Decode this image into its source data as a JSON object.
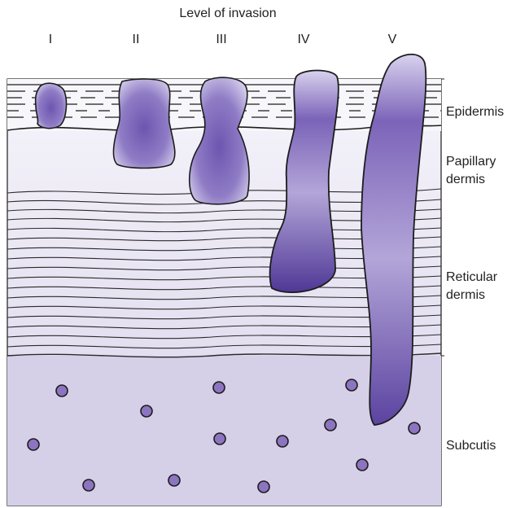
{
  "title": "Level of invasion",
  "levels": [
    "I",
    "II",
    "III",
    "IV",
    "V"
  ],
  "layers": {
    "epidermis": "Epidermis",
    "papillary": "Papillary\ndermis",
    "reticular": "Reticular\ndermis",
    "subcutis": "Subcutis"
  },
  "colors": {
    "tumor_dark": "#5f4aa6",
    "tumor_light": "#d7d0ea",
    "tissue_base": "#dcd8ec",
    "dermis_light": "#ece9f5",
    "outline": "#1c1c1c",
    "cell_fill": "#8d74c1"
  }
}
